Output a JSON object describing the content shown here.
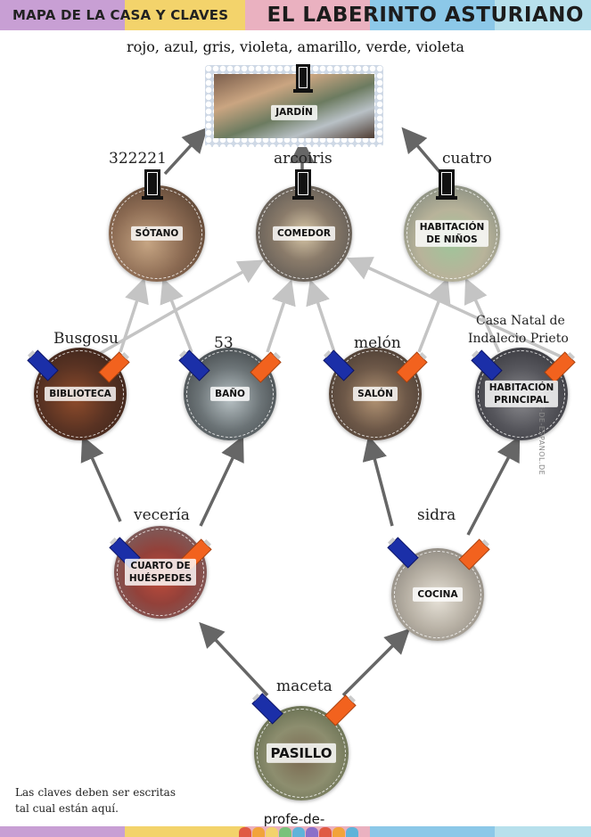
{
  "header": {
    "left_title": "MAPA DE LA CASA Y CLAVES",
    "right_title": "EL LABERINTO ASTURIANO"
  },
  "colors_line": "rojo, azul, gris, violeta, amarillo, verde, violeta",
  "rooms": {
    "jardin": "JARDÍN",
    "sotano": "SÓTANO",
    "comedor": "COMEDOR",
    "habitacion_ninos": "HABITACIÓN\nDE NIÑOS",
    "biblioteca": "BIBLIOTECA",
    "bano": "BAÑO",
    "salon": "SALÓN",
    "habitacion_principal": "HABITACIÓN\nPRINCIPAL",
    "cuarto_huespedes": "CUARTO DE\nHUÉSPEDES",
    "cocina": "COCINA",
    "pasillo": "PASILLO"
  },
  "clues": {
    "sotano": "322221",
    "comedor": "arcoiris",
    "habitacion_ninos": "cuatro",
    "biblioteca": "Busgosu",
    "bano": "53",
    "salon": "melón",
    "habitacion_principal_line1": "Casa Natal de",
    "habitacion_principal_line2": "Indalecio Prieto",
    "cuarto_huespedes": "vecería",
    "cocina": "sidra",
    "pasillo": "maceta"
  },
  "footer_note": "Las claves deben ser escritas tal cual están aquí.",
  "side_text": "PROFE-DE-ESPANOL.DE",
  "brand": "profe-de-",
  "palette": {
    "purple": "#c89fd4",
    "yellow": "#f3d36b",
    "pink": "#eab1c0",
    "blue": "#8cc8e8",
    "lightblue": "#b7e0ec",
    "arrow_dark": "#666666",
    "arrow_light": "#c4c4c4",
    "key_blue": "#1b2fa8",
    "key_orange": "#f2621e"
  },
  "icons": [
    "door-icon",
    "blue-key-icon",
    "orange-key-icon"
  ]
}
